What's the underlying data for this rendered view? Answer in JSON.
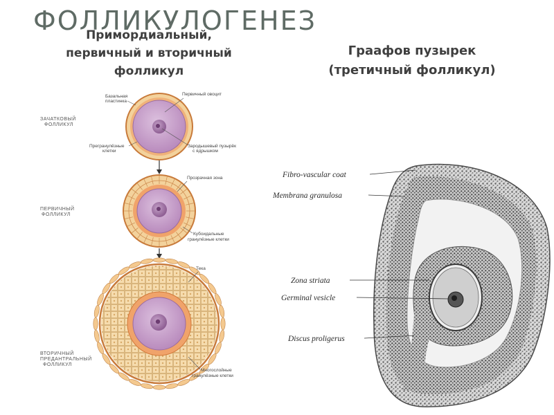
{
  "slide": {
    "title": "ФОЛЛИКУЛОГЕНЕЗ",
    "left_heading_line1": "Примордиальный,",
    "left_heading_line2": "первичный и вторичный",
    "left_heading_line3": "фолликул",
    "right_heading_line1": "Граафов пузырек",
    "right_heading_line2": "(третичный фолликул)"
  },
  "left_diagram": {
    "stage1": {
      "name_line1": "ЗАЧАТКОВЫЙ",
      "name_line2": "ФОЛЛИКУЛ",
      "label_basal_line1": "Базальная",
      "label_basal_line2": "пластинка",
      "label_oocyte": "Первичный овоцит",
      "label_pregranulosa_line1": "Прегранулёзные",
      "label_pregranulosa_line2": "клетки",
      "label_vesicle_line1": "Зародышевый пузырёк",
      "label_vesicle_line2": "с ядрышком"
    },
    "stage2": {
      "name_line1": "ПЕРВИЧНЫЙ",
      "name_line2": "ФОЛЛИКУЛ",
      "label_zona": "Прозрачная зона",
      "label_cuboidal_line1": "Кубоидальные",
      "label_cuboidal_line2": "гранулёзные клетки"
    },
    "stage3": {
      "name_line1": "ВТОРИЧНЫЙ",
      "name_line2": "ПРЕДАНТРАЛЬНЫЙ",
      "name_line3": "ФОЛЛИКУЛ",
      "label_theca": "Тека",
      "label_multilayer_line1": "Многослойные",
      "label_multilayer_line2": "гранулёзные клетки"
    }
  },
  "right_diagram": {
    "labels": {
      "fibro": "Fibro-vascular coat",
      "membrana": "Membrana granulosa",
      "zona": "Zona striata",
      "germinal": "Germinal vesicle",
      "discus": "Discus proligerus"
    }
  },
  "colors": {
    "title": "#5f6b65",
    "oocyte": "#c79cc8",
    "granulosa": "#f3d29c",
    "outline": "#d4763a",
    "zona": "#f0a36a",
    "sketch": "#5a5a5a"
  }
}
